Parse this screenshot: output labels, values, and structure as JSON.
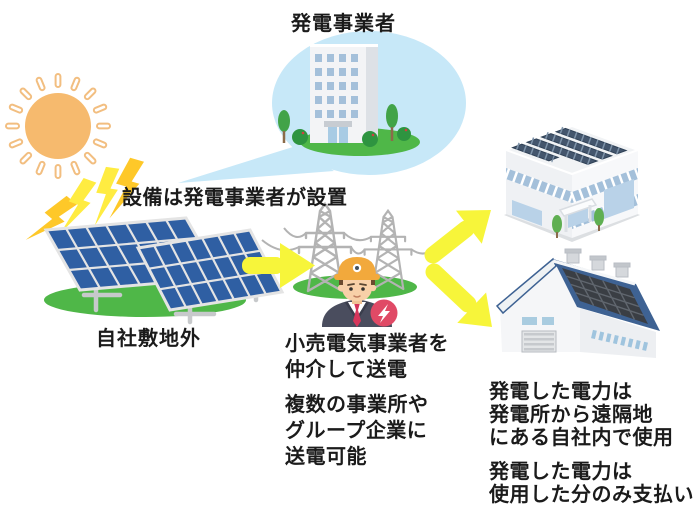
{
  "labels": {
    "generator_title": "発電事業者",
    "install_note": "設備は発電事業者が設置",
    "site_label": "自社敷地外",
    "retail_note": "小売電気事業者を\n仲介して送電",
    "multi_site_note": "複数の事業所や\nグループ企業に\n送電可能",
    "remote_use_note": "発電した電力は\n発電所から遠隔地\nにある自社内で使用",
    "payment_note": "発電した電力は\n使用した分のみ支払い"
  },
  "colors": {
    "text_black": "#1b1b1b",
    "arrow_yellow": "#f7f53a",
    "bolt_yellow": "#ffec41",
    "bolt_gold": "#fec829",
    "sun_orange": "#f6ba6e",
    "bubble_blue": "#c7e8f8",
    "grass_green": "#4fb748",
    "panel_blue": "#2f5fa3",
    "tower_gray": "#b3b3b3",
    "suit_gray": "#4a4d5e",
    "badge_red": "#e04a66",
    "hat_orange": "#f2a93c",
    "roof_blue": "#3e6293",
    "window_blue": "#a4c0da"
  },
  "icons": {
    "sun-icon": "sun",
    "lightning-bolts-icon": "sunlight energy bolts",
    "solar-panels-icon": "ground-mounted solar panel array",
    "speech-bubble": "speech bubble from power plant",
    "generator-building-icon": "power generation company building",
    "transmission-towers-icon": "transmission pylons",
    "utility-worker-icon": "electric utility worker",
    "electricity-badge-icon": "electricity badge",
    "arrow-right-icon": "power flow arrow",
    "arrow-up-right-icon": "power flow arrow to office",
    "arrow-down-right-icon": "power flow arrow to factory",
    "office-building-icon": "company office with rooftop solar",
    "factory-icon": "factory with rooftop solar"
  }
}
